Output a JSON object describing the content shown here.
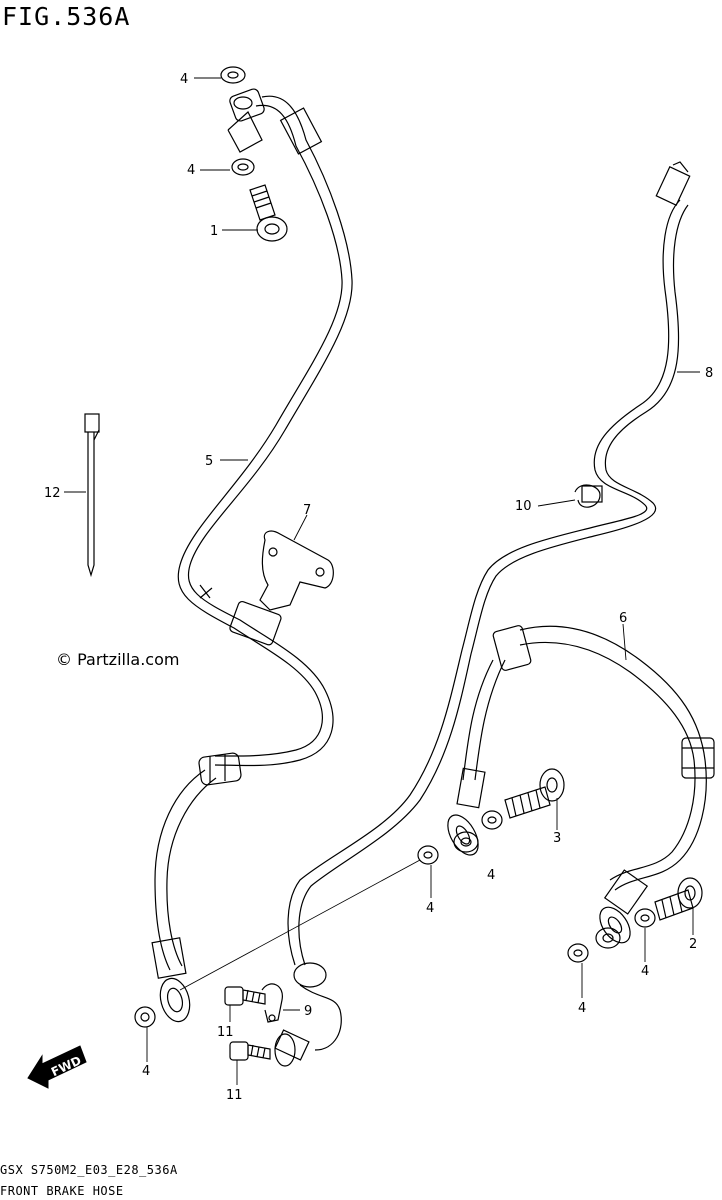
{
  "header": {
    "figure_label": "FIG.536A"
  },
  "watermark": {
    "text": "© Partzilla.com"
  },
  "footer": {
    "model_code": "GSX  S750M2_E03_E28_536A",
    "section_title": "FRONT BRAKE HOSE"
  },
  "fwd_arrow": {
    "label": "FWD"
  },
  "callouts": {
    "c4a": "4",
    "c4b": "4",
    "c1": "1",
    "c5": "5",
    "c12": "12",
    "c7": "7",
    "c8": "8",
    "c10": "10",
    "c6": "6",
    "c3": "3",
    "c4c": "4",
    "c4d": "4",
    "c2": "2",
    "c4e": "4",
    "c4f": "4",
    "c9": "9",
    "c11a": "11",
    "c11b": "11",
    "c4g": "4"
  }
}
